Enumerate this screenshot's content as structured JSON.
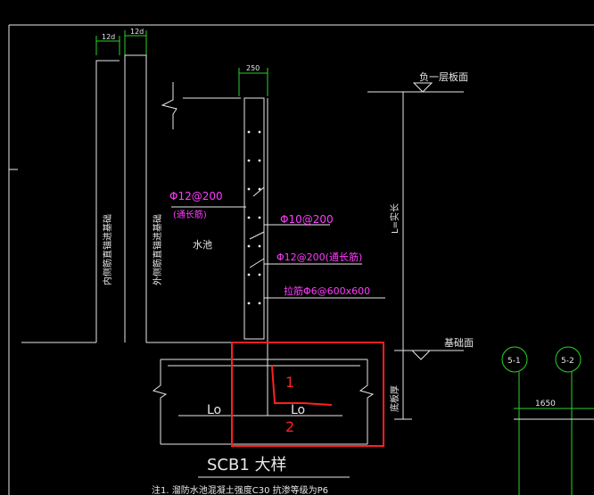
{
  "dimensions": {
    "top_left": "12d",
    "top_right": "12d",
    "wall_thickness": "250",
    "grid_spacing": "1650"
  },
  "rebar_labels": {
    "vertical_inner": "Φ12@200",
    "vertical_inner_note": "(通长筋)",
    "horizontal": "Φ10@200",
    "vertical_outer": "Φ12@200(通长筋)",
    "tie": "拉筋Φ6@600x600"
  },
  "side_labels": {
    "inner_anchor": "内侧筋直锚进基础",
    "outer_anchor": "外侧筋直锚进基础",
    "pool": "水池",
    "height": "L=实长",
    "slab_thickness": "底板厚"
  },
  "level_labels": {
    "top": "负一层板面",
    "bottom": "基础面"
  },
  "lap_labels": {
    "left": "Lo",
    "right": "Lo"
  },
  "markers": {
    "one": "1",
    "two": "2"
  },
  "grid_axes": [
    "5-1",
    "5-2"
  ],
  "title": "SCB1 大样",
  "note": "注1.  溜防水池混凝土强度C30  抗渗等级为P6",
  "colors": {
    "background": "#000000",
    "lines": "#e8e8e8",
    "rebar_text": "#ff3cff",
    "dimension": "#2cd02c",
    "highlight": "#ff2020"
  }
}
